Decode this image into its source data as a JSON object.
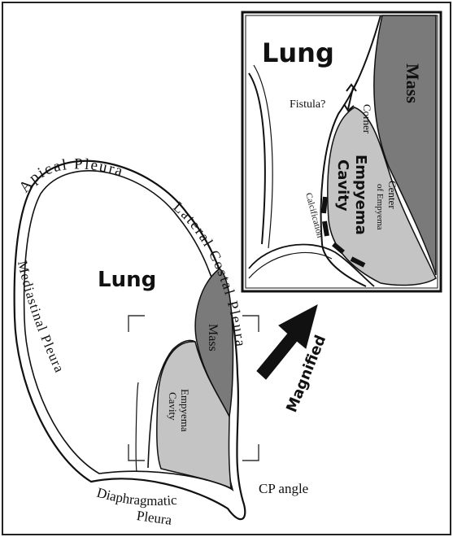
{
  "main_diagram": {
    "lung_label": "Lung",
    "mass_label": "Mass",
    "empyema_line1": "Empyema",
    "empyema_line2": "Cavity",
    "apical_pleura": "Apical Pleura",
    "lateral_costal_pleura": "Lateral Costal Pleura",
    "mediastinal_pleura": "Mediastinal Pleura",
    "diaphragmatic_line1": "Diaphragmatic",
    "diaphragmatic_line2": "Pleura",
    "cp_angle": "CP angle"
  },
  "arrow": {
    "label": "Magnified"
  },
  "inset": {
    "lung_label": "Lung",
    "mass_label": "Mass",
    "fistula": "Fistula?",
    "corner": "Corner",
    "empyema_line1": "Empyema",
    "empyema_line2": "Cavity",
    "center_line1": "Center",
    "center_line2": "of Empyema",
    "calcification": "Calcification"
  },
  "colors": {
    "mass_fill": "#7a7a7a",
    "empyema_fill": "#c4c4c4",
    "outline": "#111111",
    "background": "#ffffff"
  }
}
